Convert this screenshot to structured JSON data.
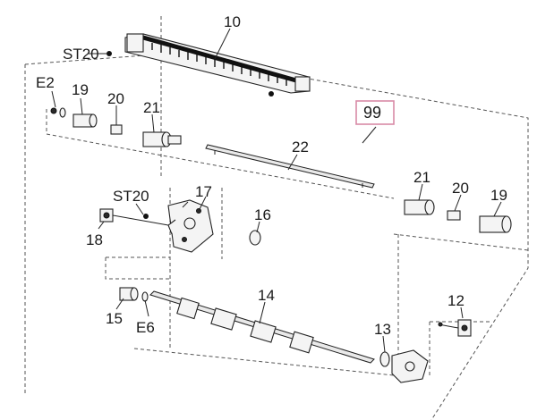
{
  "callouts": {
    "c10": "10",
    "st20_top": "ST20",
    "e2": "E2",
    "c19_left": "19",
    "c20_left": "20",
    "c21_left": "21",
    "c99": "99",
    "c22": "22",
    "c21_right": "21",
    "c20_right": "20",
    "c19_right": "19",
    "st20_mid": "ST20",
    "c17": "17",
    "c16": "16",
    "c18": "18",
    "c14": "14",
    "c12": "12",
    "c15": "15",
    "e6": "E6",
    "c13": "13"
  },
  "colors": {
    "highlight_box": "#d98aa6",
    "line": "#222222"
  }
}
